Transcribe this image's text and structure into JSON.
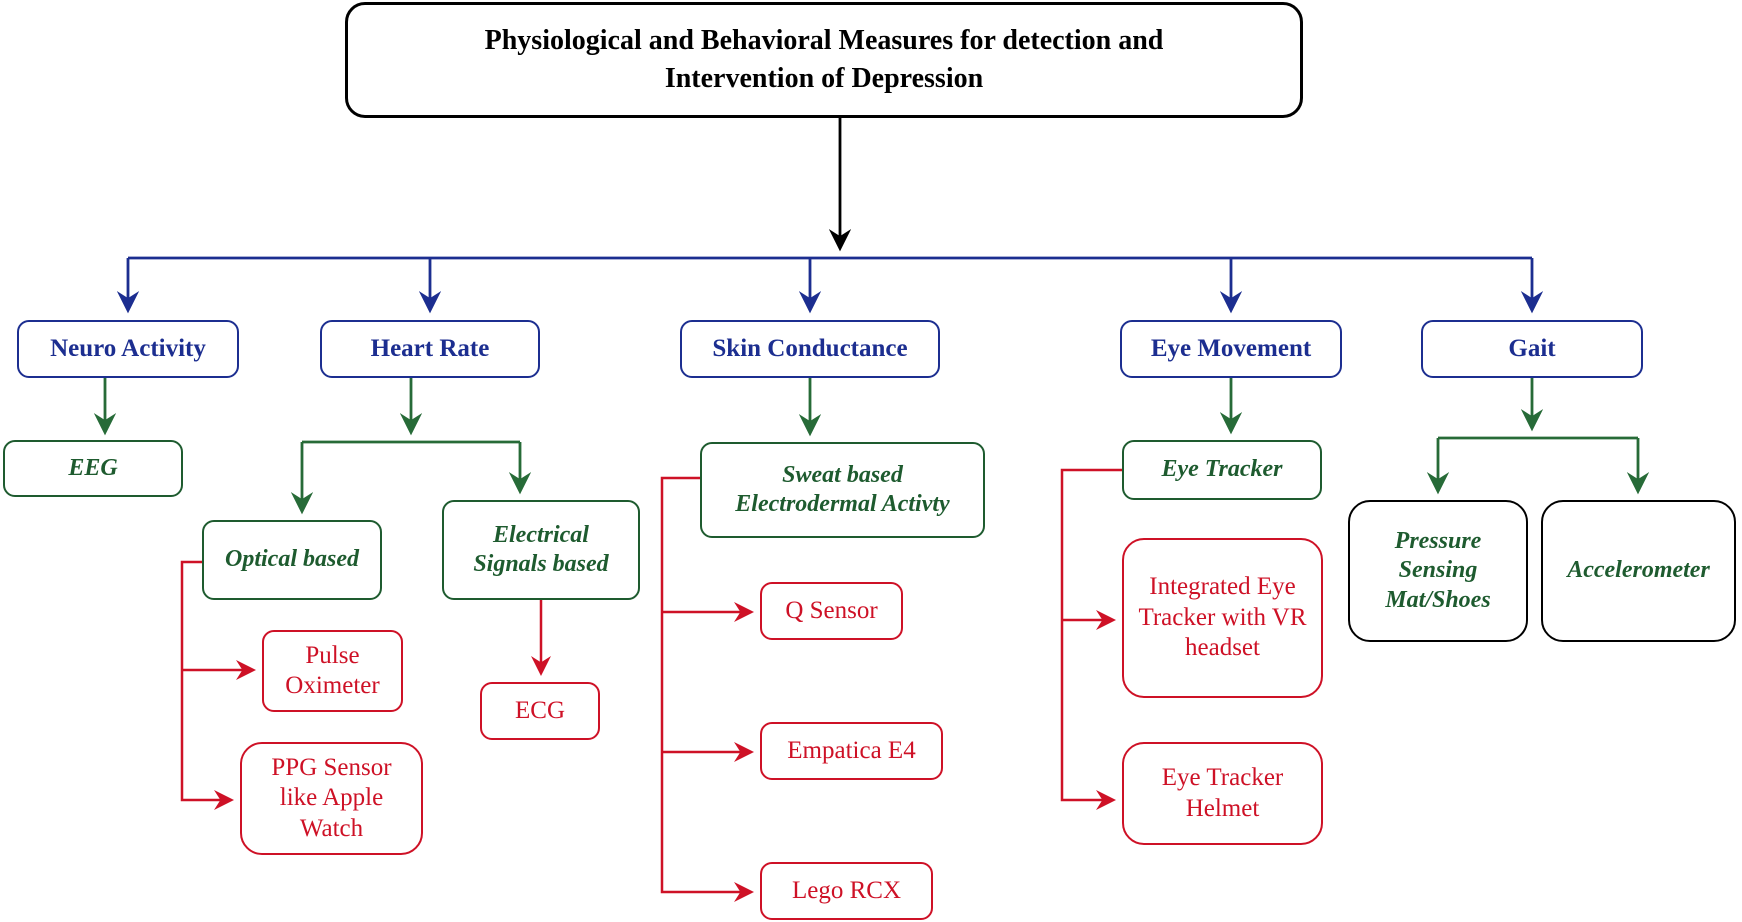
{
  "diagram": {
    "title": "Physiological and Behavioral Measures for detection and Intervention of Depression",
    "colors": {
      "root_outline": "#000000",
      "level1_blue": "#1c2e90",
      "level2_green": "#1e5b2f",
      "level3_red": "#ce1126",
      "device_outline_black": "#000000",
      "background": "#ffffff"
    },
    "nodes": [
      {
        "id": "root",
        "role": "title",
        "label": "Physiological and Behavioral Measures for detection and Intervention of Depression",
        "lines": [
          "Physiological and Behavioral Measures for detection and",
          "Intervention of Depression"
        ]
      },
      {
        "id": "neuro-activity",
        "role": "category",
        "label": "Neuro Activity",
        "lines": [
          "Neuro Activity"
        ]
      },
      {
        "id": "heart-rate",
        "role": "category",
        "label": "Heart Rate",
        "lines": [
          "Heart Rate"
        ]
      },
      {
        "id": "skin-conductance",
        "role": "category",
        "label": "Skin Conductance",
        "lines": [
          "Skin Conductance"
        ]
      },
      {
        "id": "eye-movement",
        "role": "category",
        "label": "Eye Movement",
        "lines": [
          "Eye Movement"
        ]
      },
      {
        "id": "gait",
        "role": "category",
        "label": "Gait",
        "lines": [
          "Gait"
        ]
      },
      {
        "id": "eeg",
        "role": "measure",
        "label": "EEG",
        "lines": [
          "EEG"
        ]
      },
      {
        "id": "optical-based",
        "role": "measure",
        "label": "Optical based",
        "lines": [
          "Optical based"
        ]
      },
      {
        "id": "electrical-signals-based",
        "role": "measure",
        "label": "Electrical Signals based",
        "lines": [
          "Electrical",
          "Signals based"
        ]
      },
      {
        "id": "sweat-based-eda",
        "role": "measure",
        "label": "Sweat based Electrodermal Activty",
        "lines": [
          "Sweat based",
          "Electrodermal Activty"
        ]
      },
      {
        "id": "eye-tracker",
        "role": "measure",
        "label": "Eye Tracker",
        "lines": [
          "Eye Tracker"
        ]
      },
      {
        "id": "pulse-oximeter",
        "role": "device",
        "label": "Pulse Oximeter",
        "lines": [
          "Pulse",
          "Oximeter"
        ]
      },
      {
        "id": "ppg-sensor",
        "role": "device",
        "label": "PPG Sensor like Apple Watch",
        "lines": [
          "PPG Sensor",
          "like Apple",
          "Watch"
        ]
      },
      {
        "id": "ecg",
        "role": "device",
        "label": "ECG",
        "lines": [
          "ECG"
        ]
      },
      {
        "id": "q-sensor",
        "role": "device",
        "label": "Q Sensor",
        "lines": [
          "Q Sensor"
        ]
      },
      {
        "id": "empatica-e4",
        "role": "device",
        "label": "Empatica E4",
        "lines": [
          "Empatica E4"
        ]
      },
      {
        "id": "lego-rcx",
        "role": "device",
        "label": "Lego RCX",
        "lines": [
          "Lego RCX"
        ]
      },
      {
        "id": "integrated-eye-tracker-vr",
        "role": "device",
        "label": "Integrated Eye Tracker with VR headset",
        "lines": [
          "Integrated Eye",
          "Tracker with VR",
          "headset"
        ]
      },
      {
        "id": "eye-tracker-helmet",
        "role": "device",
        "label": "Eye Tracker Helmet",
        "lines": [
          "Eye Tracker",
          "Helmet"
        ]
      },
      {
        "id": "pressure-sensing-mat-shoes",
        "role": "device",
        "label": "Pressure Sensing Mat/Shoes",
        "lines": [
          "Pressure",
          "Sensing",
          "Mat/Shoes"
        ]
      },
      {
        "id": "accelerometer",
        "role": "device",
        "label": "Accelerometer",
        "lines": [
          "Accelerometer"
        ]
      }
    ],
    "edges": [
      {
        "from": "root",
        "to": "neuro-activity"
      },
      {
        "from": "root",
        "to": "heart-rate"
      },
      {
        "from": "root",
        "to": "skin-conductance"
      },
      {
        "from": "root",
        "to": "eye-movement"
      },
      {
        "from": "root",
        "to": "gait"
      },
      {
        "from": "neuro-activity",
        "to": "eeg"
      },
      {
        "from": "heart-rate",
        "to": "optical-based"
      },
      {
        "from": "heart-rate",
        "to": "electrical-signals-based"
      },
      {
        "from": "skin-conductance",
        "to": "sweat-based-eda"
      },
      {
        "from": "eye-movement",
        "to": "eye-tracker"
      },
      {
        "from": "gait",
        "to": "pressure-sensing-mat-shoes"
      },
      {
        "from": "gait",
        "to": "accelerometer"
      },
      {
        "from": "optical-based",
        "to": "pulse-oximeter"
      },
      {
        "from": "optical-based",
        "to": "ppg-sensor"
      },
      {
        "from": "electrical-signals-based",
        "to": "ecg"
      },
      {
        "from": "sweat-based-eda",
        "to": "q-sensor"
      },
      {
        "from": "sweat-based-eda",
        "to": "empatica-e4"
      },
      {
        "from": "sweat-based-eda",
        "to": "lego-rcx"
      },
      {
        "from": "eye-tracker",
        "to": "integrated-eye-tracker-vr"
      },
      {
        "from": "eye-tracker",
        "to": "eye-tracker-helmet"
      }
    ]
  }
}
